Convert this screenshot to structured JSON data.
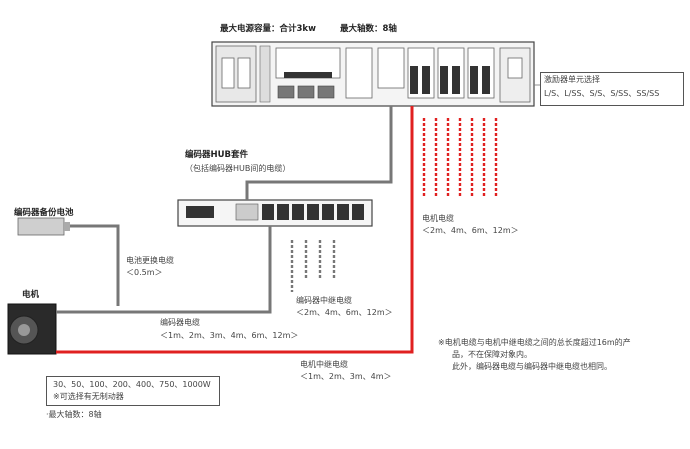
{
  "header": {
    "power": "最大电源容量：合计3kw",
    "axes": "最大轴数：8轴"
  },
  "amp_selection": {
    "title": "激励器单元选择",
    "options": "L/S、L/SS、S/S、S/SS、SS/SS"
  },
  "encoder_hub": {
    "title": "编码器HUB套件",
    "subtitle": "（包括编码器HUB间的电缆）"
  },
  "battery": {
    "title": "编码器备份电池"
  },
  "battery_cable": {
    "title": "电池更换电缆",
    "lengths": "＜0.5m＞"
  },
  "motor_cable": {
    "title": "电机电缆",
    "lengths": "＜2m、4m、6m、12m＞"
  },
  "encoder_relay_cable": {
    "title": "编码器中继电缆",
    "lengths": "＜2m、4m、6m、12m＞"
  },
  "encoder_cable": {
    "title": "编码器电缆",
    "lengths": "＜1m、2m、3m、4m、6m、12m＞"
  },
  "motor_relay_cable": {
    "title": "电机中继电缆",
    "lengths": "＜1m、2m、3m、4m＞"
  },
  "motor": {
    "title": "电机",
    "watts": "30、50、100、200、400、750、1000W",
    "brake": "※可选择有无制动器",
    "max_axes": "·最大轴数：8轴"
  },
  "note": {
    "line1": "※电机电缆与电机中继电缆之间的总长度超过16m的产",
    "line2": "品，不在保障对象内。",
    "line3": "此外，编码器电缆与编码器中继电缆也相同。"
  },
  "colors": {
    "motor_line": "#e02020",
    "encoder_line": "#777777"
  }
}
